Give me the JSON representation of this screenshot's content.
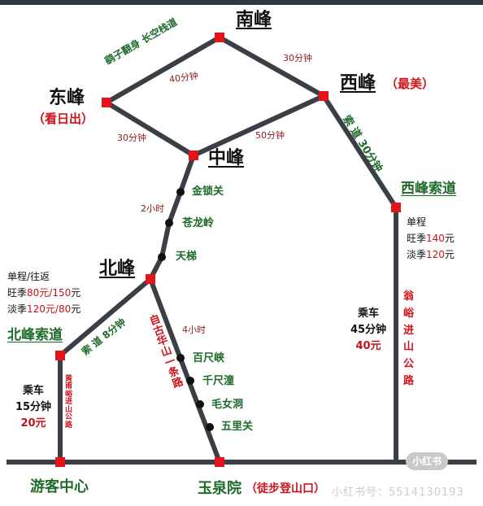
{
  "peaks": {
    "south": "南峰",
    "east": "东峰",
    "east_note": "（看日出）",
    "west": "西峰",
    "west_note": "（最美）",
    "middle": "中峰",
    "north": "北峰"
  },
  "stations": {
    "west_cable": "西峰索道",
    "north_cable": "北峰索道",
    "visitor_center": "游客中心",
    "yuquan": "玉泉院",
    "yuquan_note": "（徒步登山口）"
  },
  "route_labels": {
    "east_south_top": "鹞子翻身  长空栈道",
    "east_south_time": "40分钟",
    "south_west_time": "30分钟",
    "east_middle_time": "30分钟",
    "west_middle_time": "50分钟",
    "west_cable_vertical": "索 道 30分钟",
    "middle_north_time": "2小时",
    "north_cable_time": "索 道 8分钟",
    "north_yuquan_time": "4小时",
    "north_yuquan_vertical": "自古华山一条路",
    "visitor_cable_vertical": "黄甫峪进山公路",
    "west_road_vertical": "翁峪进山公路"
  },
  "waypoints_upper": [
    "金锁关",
    "苍龙岭",
    "天梯"
  ],
  "waypoints_lower": [
    "百尺峡",
    "千尺潼",
    "毛女洞",
    "五里关"
  ],
  "west_cable_prices": {
    "title": "单程",
    "peak_label": "旺季",
    "peak_price": "140",
    "off_label": "淡季",
    "off_price": "120",
    "unit": "元"
  },
  "north_cable_prices": {
    "title": "单程/往返",
    "peak_label": "旺季",
    "peak_price": "80元/150",
    "off_label": "淡季",
    "off_price": "120元/80",
    "unit": "元"
  },
  "bus_west": {
    "line1": "乘车",
    "line2": "45分钟",
    "price": "40元"
  },
  "bus_north": {
    "line1": "乘车",
    "line2": "15分钟",
    "price": "20元"
  },
  "watermark": "小红书号：5514130193",
  "logo_text": "小红书",
  "colors": {
    "route": "#3a3f45",
    "node": "#e5141b",
    "accent_red": "#d0121b",
    "green": "#1e6b2a"
  }
}
